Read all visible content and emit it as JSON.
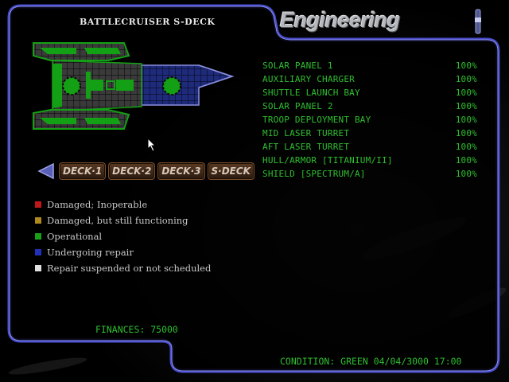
{
  "screen": {
    "title": "Engineering"
  },
  "deck": {
    "title": "BATTLECRUISER S-DECK"
  },
  "systems": [
    {
      "name": "SOLAR PANEL 1",
      "status": "100%"
    },
    {
      "name": "AUXILIARY CHARGER",
      "status": "100%"
    },
    {
      "name": "SHUTTLE LAUNCH BAY",
      "status": "100%"
    },
    {
      "name": "SOLAR PANEL 2",
      "status": "100%"
    },
    {
      "name": "TROOP DEPLOYMENT BAY",
      "status": "100%"
    },
    {
      "name": "MID LASER TURRET",
      "status": "100%"
    },
    {
      "name": "AFT LASER TURRET",
      "status": "100%"
    },
    {
      "name": "HULL/ARMOR [TITANIUM/II]",
      "status": "100%"
    },
    {
      "name": "SHIELD [SPECTRUM/A]",
      "status": "100%"
    }
  ],
  "deck_tabs": [
    "DECK·1",
    "DECK·2",
    "DECK·3",
    "S·DECK"
  ],
  "legend": [
    {
      "label": "Damaged; Inoperable",
      "color": "#c01818"
    },
    {
      "label": "Damaged, but still functioning",
      "color": "#b08a1c"
    },
    {
      "label": "Operational",
      "color": "#18a018"
    },
    {
      "label": "Undergoing repair",
      "color": "#2030b8"
    },
    {
      "label": "Repair suspended or not scheduled",
      "color": "#e0e0e0"
    }
  ],
  "finances": "FINANCES: 75000",
  "status": "CONDITION: GREEN  04/04/3000 17:00",
  "colors": {
    "frame": "#4a4ed0",
    "text_green": "#2fbf2f",
    "ship_grid": "#1a1a1a",
    "ship_green": "#14a014",
    "ship_blue": "#1e2a7a"
  },
  "icons": {
    "back": "triangle-left-icon",
    "cursor": "arrow-cursor-icon",
    "slider": "slider-icon"
  }
}
